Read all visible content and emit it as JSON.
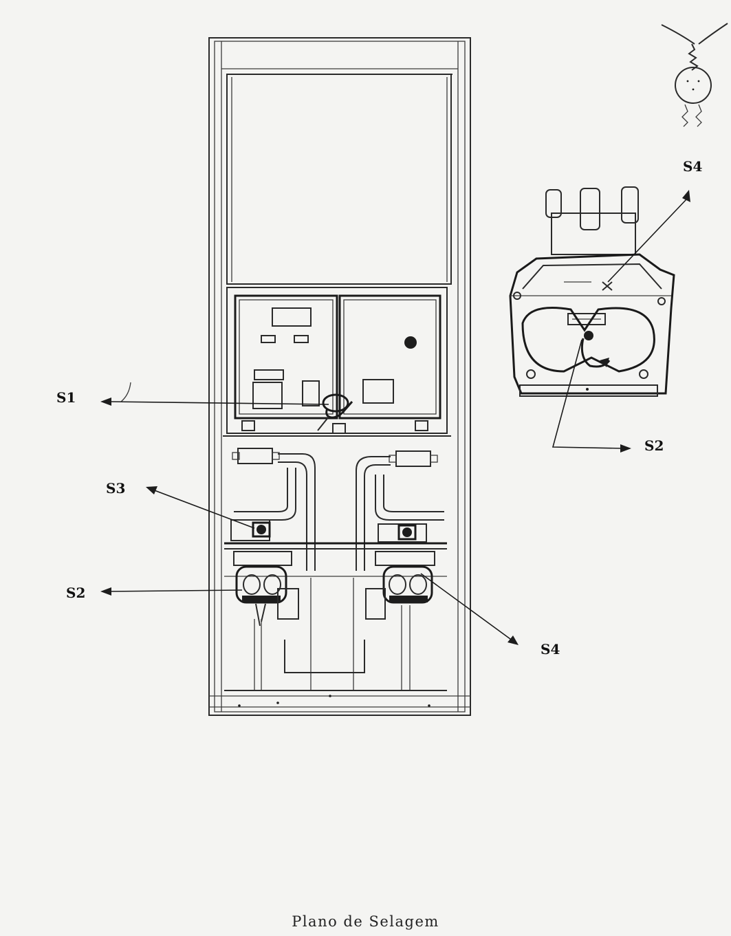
{
  "labels": {
    "s1": "S1",
    "s2_left": "S2",
    "s3": "S3",
    "s4_lower": "S4",
    "s4_upper": "S4",
    "s2_detail": "S2"
  },
  "caption": "Plano de Selagem",
  "colors": {
    "ink": "#1d1d1d",
    "paper": "#f4f4f2"
  }
}
